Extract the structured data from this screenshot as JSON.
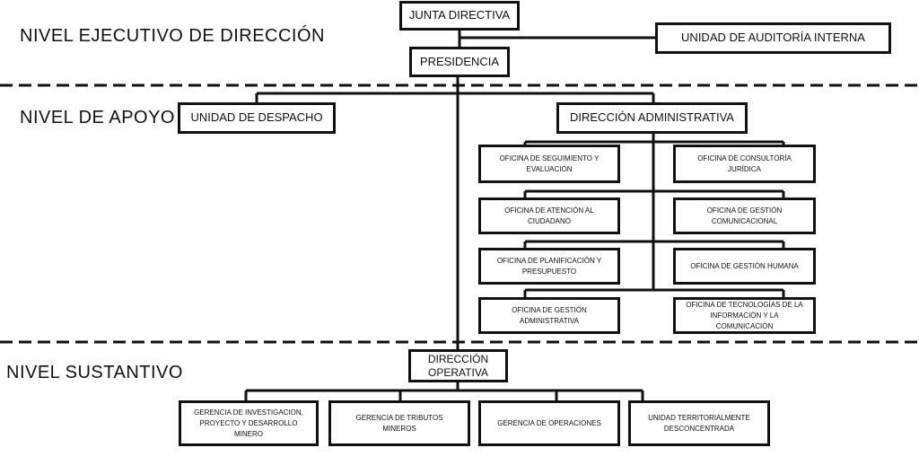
{
  "colors": {
    "line": "#111111",
    "background": "#ffffff"
  },
  "levels": {
    "executive": "NIVEL EJECUTIVO DE DIRECCIÓN",
    "support": "NIVEL DE APOYO",
    "substantive": "NIVEL SUSTANTIVO"
  },
  "boxes": {
    "junta": "JUNTA DIRECTIVA",
    "auditoria": "UNIDAD DE AUDITORÍA INTERNA",
    "presidencia": "PRESIDENCIA",
    "despacho": "UNIDAD DE DESPACHO",
    "dir_admin": "DIRECCIÓN ADMINISTRATIVA",
    "seguimiento": "OFICINA DE SEGUIMIENTO Y EVALUACIÓN",
    "consultoria": "OFICINA DE CONSULTORÍA JURÍDICA",
    "atencion": "OFICINA DE ATENCIÓN AL CIUDADANO",
    "comunicacional": "OFICINA DE GESTIÓN COMUNICACIONAL",
    "planificacion": "OFICINA DE PLANIFICACIÓN Y PRESUPUESTO",
    "humana": "OFICINA DE GESTIÓN HUMANA",
    "administrativa": "OFICINA DE GESTIÓN ADMINISTRATIVA",
    "tecnologias": "OFICINA DE TECNOLOGÍAS DE LA INFORMACIÓN Y LA COMUNICACIÓN",
    "dir_operativa": "DIRECCIÓN OPERATIVA",
    "investigacion": "GERENCIA DE INVESTIGACION, PROYECTO Y DESARROLLO MINERO",
    "tributos": "GERENCIA DE TRIBUTOS MINEROS",
    "operaciones": "GERENCIA DE OPERACIONES",
    "territorial": "UNIDAD TERRITORIALMENTE DESCONCENTRADA"
  }
}
